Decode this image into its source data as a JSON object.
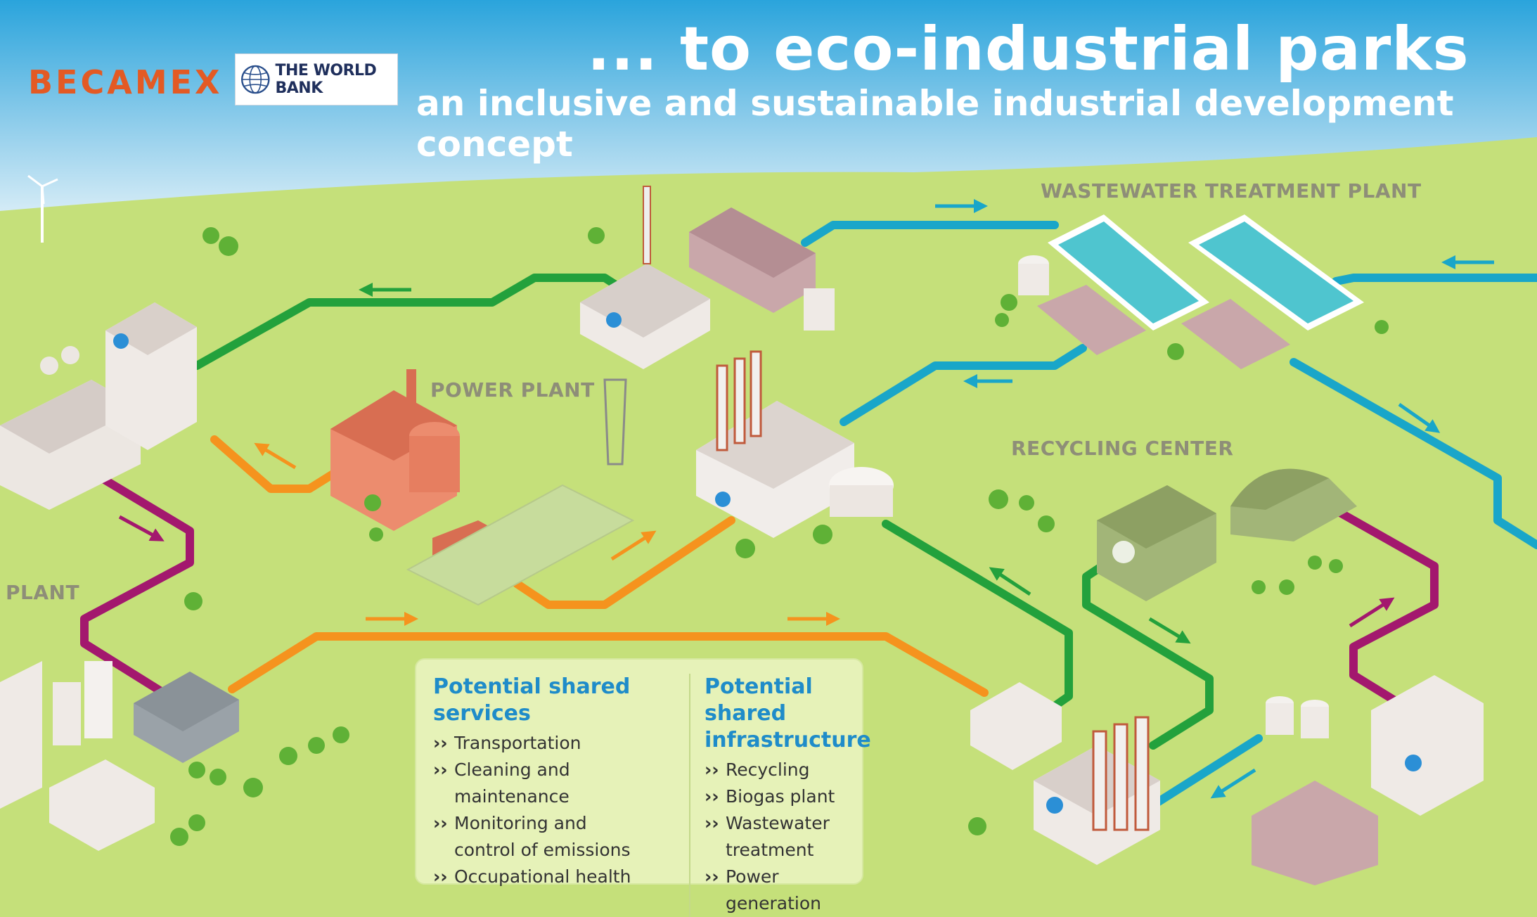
{
  "header": {
    "title": "... to eco-industrial parks",
    "subtitle": "an inclusive and sustainable industrial development concept"
  },
  "logos": {
    "becamex": "BECAMEX",
    "world_bank": "THE WORLD BANK"
  },
  "zones": {
    "wastewater": "WASTEWATER TREATMENT PLANT",
    "power": "POWER PLANT",
    "recycling": "RECYCLING CENTER",
    "plant": "PLANT"
  },
  "info_box": {
    "services": {
      "title": "Potential shared services",
      "items": [
        "Transportation",
        "Cleaning and maintenance",
        "Monitoring and\ncontrol of emissions",
        "Occupational health"
      ]
    },
    "infrastructure": {
      "title": "Potential shared infrastructure",
      "items": [
        "Recycling",
        "Biogas plant",
        "Wastewater\ntreatment",
        "Power generation"
      ]
    }
  },
  "colors": {
    "sky_top": "#2aa4dc",
    "ground": "#c5e07a",
    "flow_green": "#23a13c",
    "flow_orange": "#f5931e",
    "flow_purple": "#a3186e",
    "flow_blue": "#19a6c9",
    "header_text": "#ffffff",
    "info_title": "#1f8cc9"
  }
}
